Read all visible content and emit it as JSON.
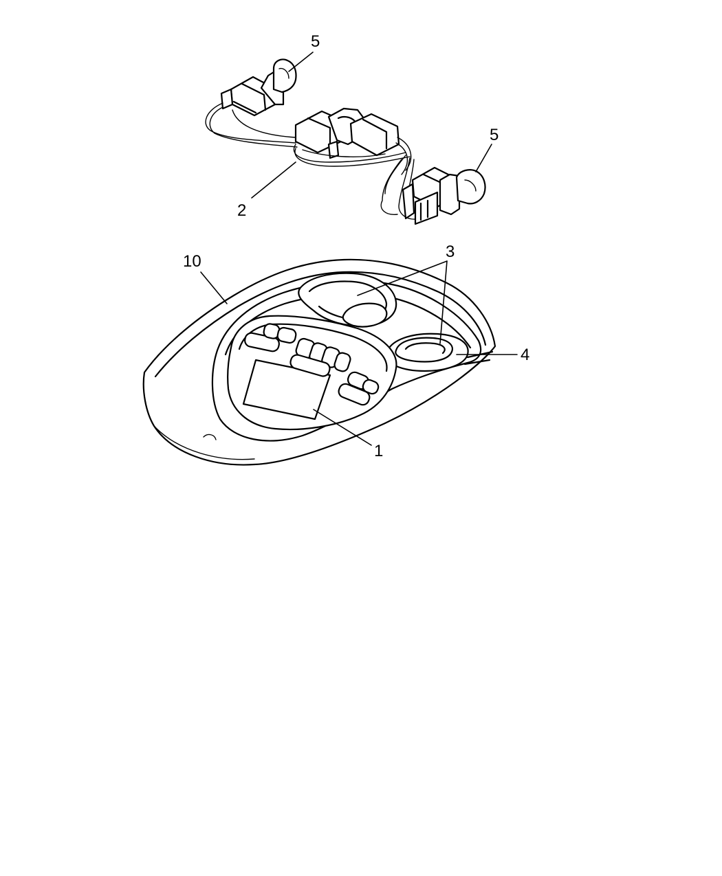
{
  "callouts": {
    "bulb_upper": "5",
    "bulb_lower": "5",
    "harness": "2",
    "console_housing": "10",
    "map_lamp_lenses": "3",
    "lamp_lens": "4",
    "display_module": "1"
  }
}
